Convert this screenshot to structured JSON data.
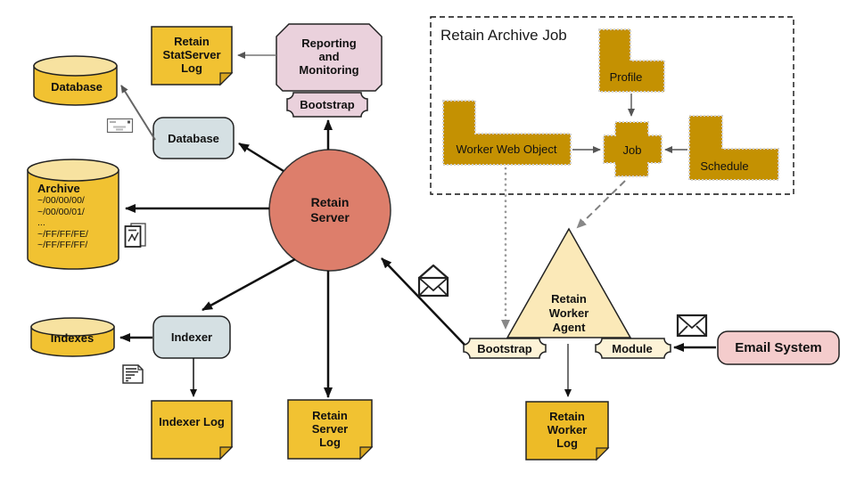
{
  "diagram_title": "Retain Archive Job",
  "nodes": {
    "database_cyl": {
      "label": "Database"
    },
    "statserver_log": {
      "label": "Retain StatServer Log"
    },
    "reporting": {
      "label": "Reporting and Monitoring"
    },
    "reporting_bootstrap": {
      "label": "Bootstrap"
    },
    "database_box": {
      "label": "Database"
    },
    "archive": {
      "label": "Archive",
      "paths": [
        "~/00/00/00/",
        "~/00/00/01/",
        "...",
        "~/FF/FF/FE/",
        "~/FF/FF/FF/"
      ]
    },
    "retain_server": {
      "label": "Retain Server"
    },
    "indexes": {
      "label": "Indexes"
    },
    "indexer": {
      "label": "Indexer"
    },
    "indexer_log": {
      "label": "Indexer Log"
    },
    "retain_server_log": {
      "label": "Retain Server Log"
    },
    "archive_job_group": {
      "label": "Retain Archive Job"
    },
    "profile": {
      "label": "Profile"
    },
    "worker_web_object": {
      "label": "Worker Web Object"
    },
    "job": {
      "label": "Job"
    },
    "schedule": {
      "label": "Schedule"
    },
    "worker_agent": {
      "label": "Retain Worker Agent"
    },
    "worker_bootstrap": {
      "label": "Bootstrap"
    },
    "worker_module": {
      "label": "Module"
    },
    "email_system": {
      "label": "Email System"
    },
    "retain_worker_log": {
      "label": "Retain Worker Log"
    }
  },
  "icons": {
    "sealed_mail_icon": "flat envelope (back view)",
    "report_document_icon": "document pages with line chart",
    "list_document_icon": "page with list lines",
    "open_envelope_icon": "open envelope",
    "closed_envelope_icon": "closed envelope"
  },
  "colors": {
    "yellow_fill": "#F1C232",
    "yellow_top": "#F7E2A0",
    "blue_fill": "#D5E0E3",
    "pink_fill": "#EAD1DC",
    "email_pink_fill": "#F4CCCC",
    "server_red_fill": "#DD7E6B",
    "triangle_cream_fill": "#FBE9B8",
    "plaque_cream_fill": "#FDF3D7",
    "gold_fill": "#C49102",
    "arrow_black": "#111111",
    "arrow_gray": "#777777"
  },
  "edges": [
    {
      "from": "retain_server",
      "to": "reporting_bootstrap",
      "style": "solid-black"
    },
    {
      "from": "retain_server",
      "to": "database_box",
      "style": "solid-black"
    },
    {
      "from": "database_box",
      "to": "database_cyl",
      "style": "solid-gray"
    },
    {
      "from": "reporting",
      "to": "statserver_log",
      "style": "solid-gray"
    },
    {
      "from": "retain_server",
      "to": "archive",
      "style": "solid-black"
    },
    {
      "from": "retain_server",
      "to": "indexer",
      "style": "solid-black"
    },
    {
      "from": "indexer",
      "to": "indexes",
      "style": "solid-black"
    },
    {
      "from": "indexer",
      "to": "indexer_log",
      "style": "solid-black-thin"
    },
    {
      "from": "retain_server",
      "to": "retain_server_log",
      "style": "solid-black"
    },
    {
      "from": "worker_bootstrap",
      "to": "retain_server",
      "style": "solid-black"
    },
    {
      "from": "worker_agent",
      "to": "retain_worker_log",
      "style": "solid-thin"
    },
    {
      "from": "email_system",
      "to": "worker_module",
      "style": "solid-black"
    },
    {
      "from": "profile",
      "to": "job",
      "style": "solid-gray-thin"
    },
    {
      "from": "worker_web_object",
      "to": "job",
      "style": "solid-gray-thin"
    },
    {
      "from": "schedule",
      "to": "job",
      "style": "solid-gray-thin"
    },
    {
      "from": "worker_web_object",
      "to": "worker_bootstrap",
      "style": "dotted-gray"
    },
    {
      "from": "job",
      "to": "worker_agent",
      "style": "dashed-gray"
    }
  ]
}
